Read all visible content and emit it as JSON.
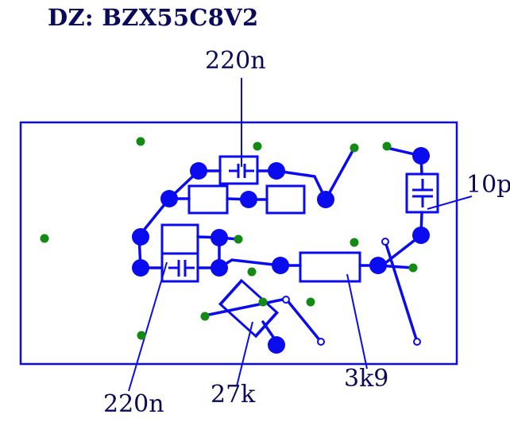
{
  "title": "DZ: BZX55C8V2",
  "labels": {
    "cap_top": "220n",
    "cap_right": "10p",
    "cap_bottom": "220n",
    "resistor_27k": "27k",
    "resistor_3k9": "3k9"
  },
  "colors": {
    "trace": "#0b0bef",
    "via": "#138a13",
    "text": "#0a0a5a",
    "background": "#ffffff"
  }
}
